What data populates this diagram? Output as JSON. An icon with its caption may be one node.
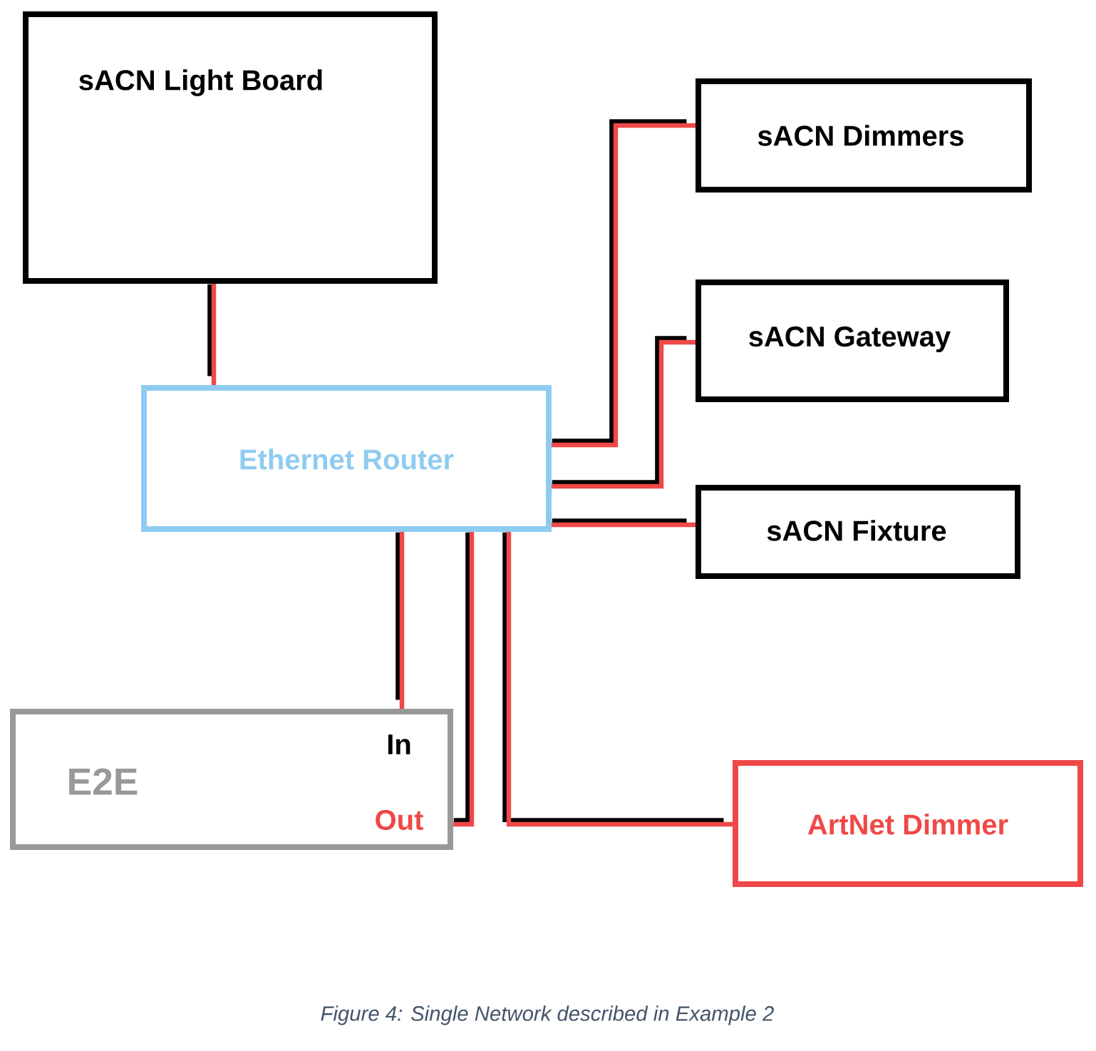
{
  "diagram": {
    "caption": "Figure 4: Single Network described in Example 2",
    "nodes": [
      {
        "text": [
          "sACN Light Board"
        ]
      },
      {
        "text": [
          "sACN Dimmers"
        ]
      },
      {
        "text": [
          "sACN Gateway"
        ]
      },
      {
        "text": [
          "Ethernet Router"
        ]
      },
      {
        "text": [
          "sACN Fixture"
        ]
      },
      {
        "text": [
          "E2E",
          "In",
          "Out"
        ]
      },
      {
        "text": [
          "ArtNet Dimmer"
        ]
      }
    ],
    "edges": [
      {
        "from": 0,
        "to": 3,
        "arrow": "none",
        "color": "#f04848"
      },
      {
        "from": 3,
        "to": 1,
        "arrow": "none",
        "color": "#f04848"
      },
      {
        "from": 3,
        "to": 2,
        "arrow": "none",
        "color": "#f04848"
      },
      {
        "from": 3,
        "to": 4,
        "arrow": "none",
        "color": "#f04848"
      },
      {
        "from": 3,
        "to": 5,
        "arrow": "none",
        "color": "#f04848"
      },
      {
        "from": 3,
        "to": 5,
        "arrow": "none",
        "color": "#f04848"
      },
      {
        "from": 3,
        "to": 6,
        "arrow": "none",
        "color": "#f04848"
      }
    ]
  }
}
